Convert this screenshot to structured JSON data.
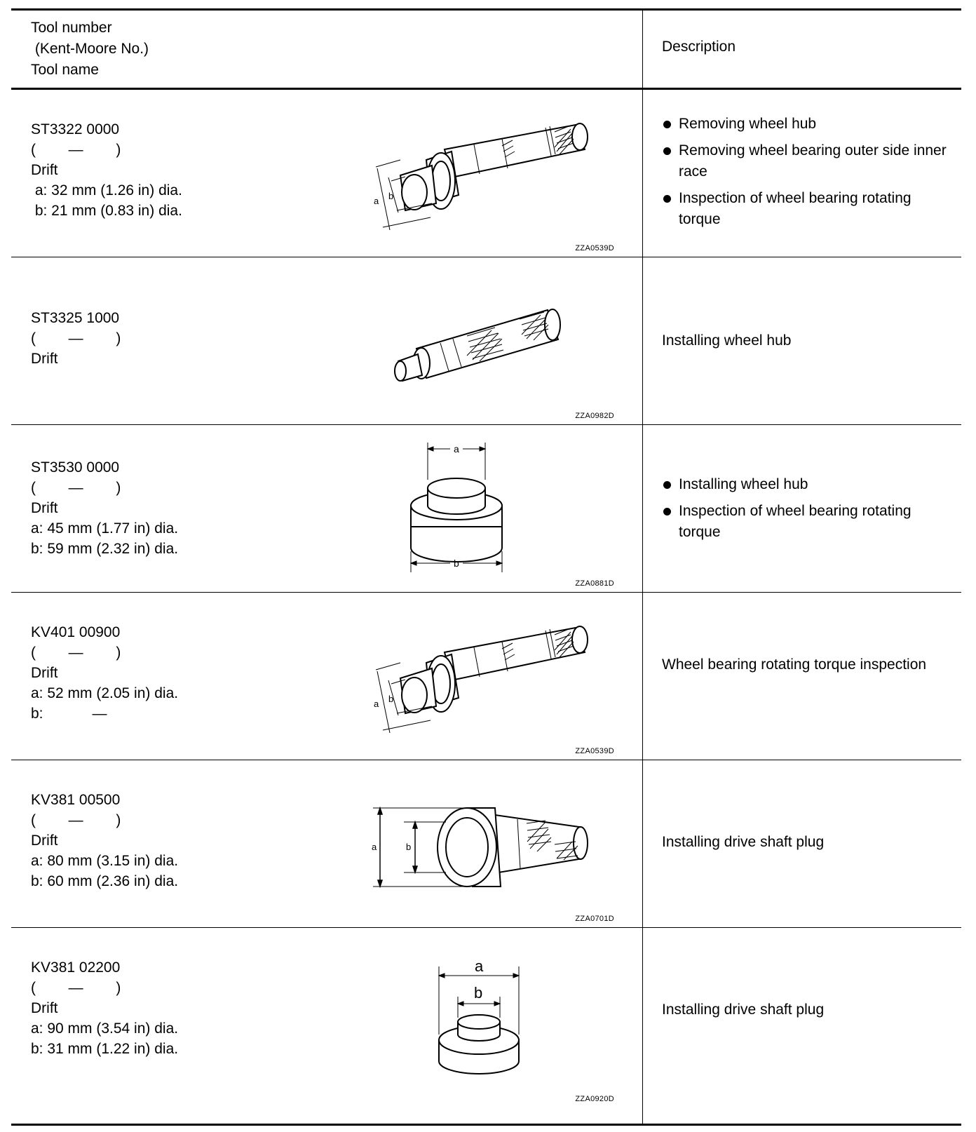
{
  "header": {
    "col1": [
      "Tool number",
      " (Kent-Moore No.)",
      "Tool name"
    ],
    "col2": "Description"
  },
  "rows": [
    {
      "tool_number": "ST3322 0000",
      "kent_moore": "(        —        )",
      "tool_name": "Drift",
      "dims": [
        " a: 32 mm (1.26 in) dia.",
        " b: 21 mm (0.83 in) dia."
      ],
      "figure_code": "ZZA0539D",
      "fig_labels": [
        "a",
        "b"
      ],
      "descriptions": [
        "Removing wheel hub",
        "Removing wheel bearing outer side inner race",
        "Inspection of wheel bearing rotating torque"
      ]
    },
    {
      "tool_number": "ST3325 1000",
      "kent_moore": "(        —        )",
      "tool_name": "Drift",
      "dims": [],
      "figure_code": "ZZA0982D",
      "fig_labels": [],
      "description_plain": "Installing wheel hub"
    },
    {
      "tool_number": "ST3530 0000",
      "kent_moore": "(        —        )",
      "tool_name": "Drift",
      "dims": [
        "a: 45 mm (1.77 in) dia.",
        "b: 59 mm (2.32 in) dia."
      ],
      "figure_code": "ZZA0881D",
      "fig_labels": [
        "a",
        "b"
      ],
      "descriptions": [
        "Installing wheel hub",
        "Inspection of wheel bearing rotating torque"
      ]
    },
    {
      "tool_number": "KV401 00900",
      "kent_moore": "(        —        )",
      "tool_name": "Drift",
      "dims": [
        "a: 52 mm (2.05 in) dia.",
        "b:            —"
      ],
      "figure_code": "ZZA0539D",
      "fig_labels": [
        "a",
        "b"
      ],
      "description_plain": "Wheel bearing rotating torque inspection"
    },
    {
      "tool_number": "KV381 00500",
      "kent_moore": "(        —        )",
      "tool_name": "Drift",
      "dims": [
        "a: 80 mm (3.15 in) dia.",
        "b: 60 mm (2.36 in) dia."
      ],
      "figure_code": "ZZA0701D",
      "fig_labels": [
        "a",
        "b"
      ],
      "description_plain": "Installing drive shaft plug"
    },
    {
      "tool_number": "KV381 02200",
      "kent_moore": "(        —        )",
      "tool_name": "Drift",
      "dims": [
        "a: 90 mm (3.54 in) dia.",
        "b: 31 mm (1.22 in) dia."
      ],
      "figure_code": "ZZA0920D",
      "fig_labels": [
        "a",
        "b"
      ],
      "description_plain": "Installing drive shaft plug"
    }
  ]
}
